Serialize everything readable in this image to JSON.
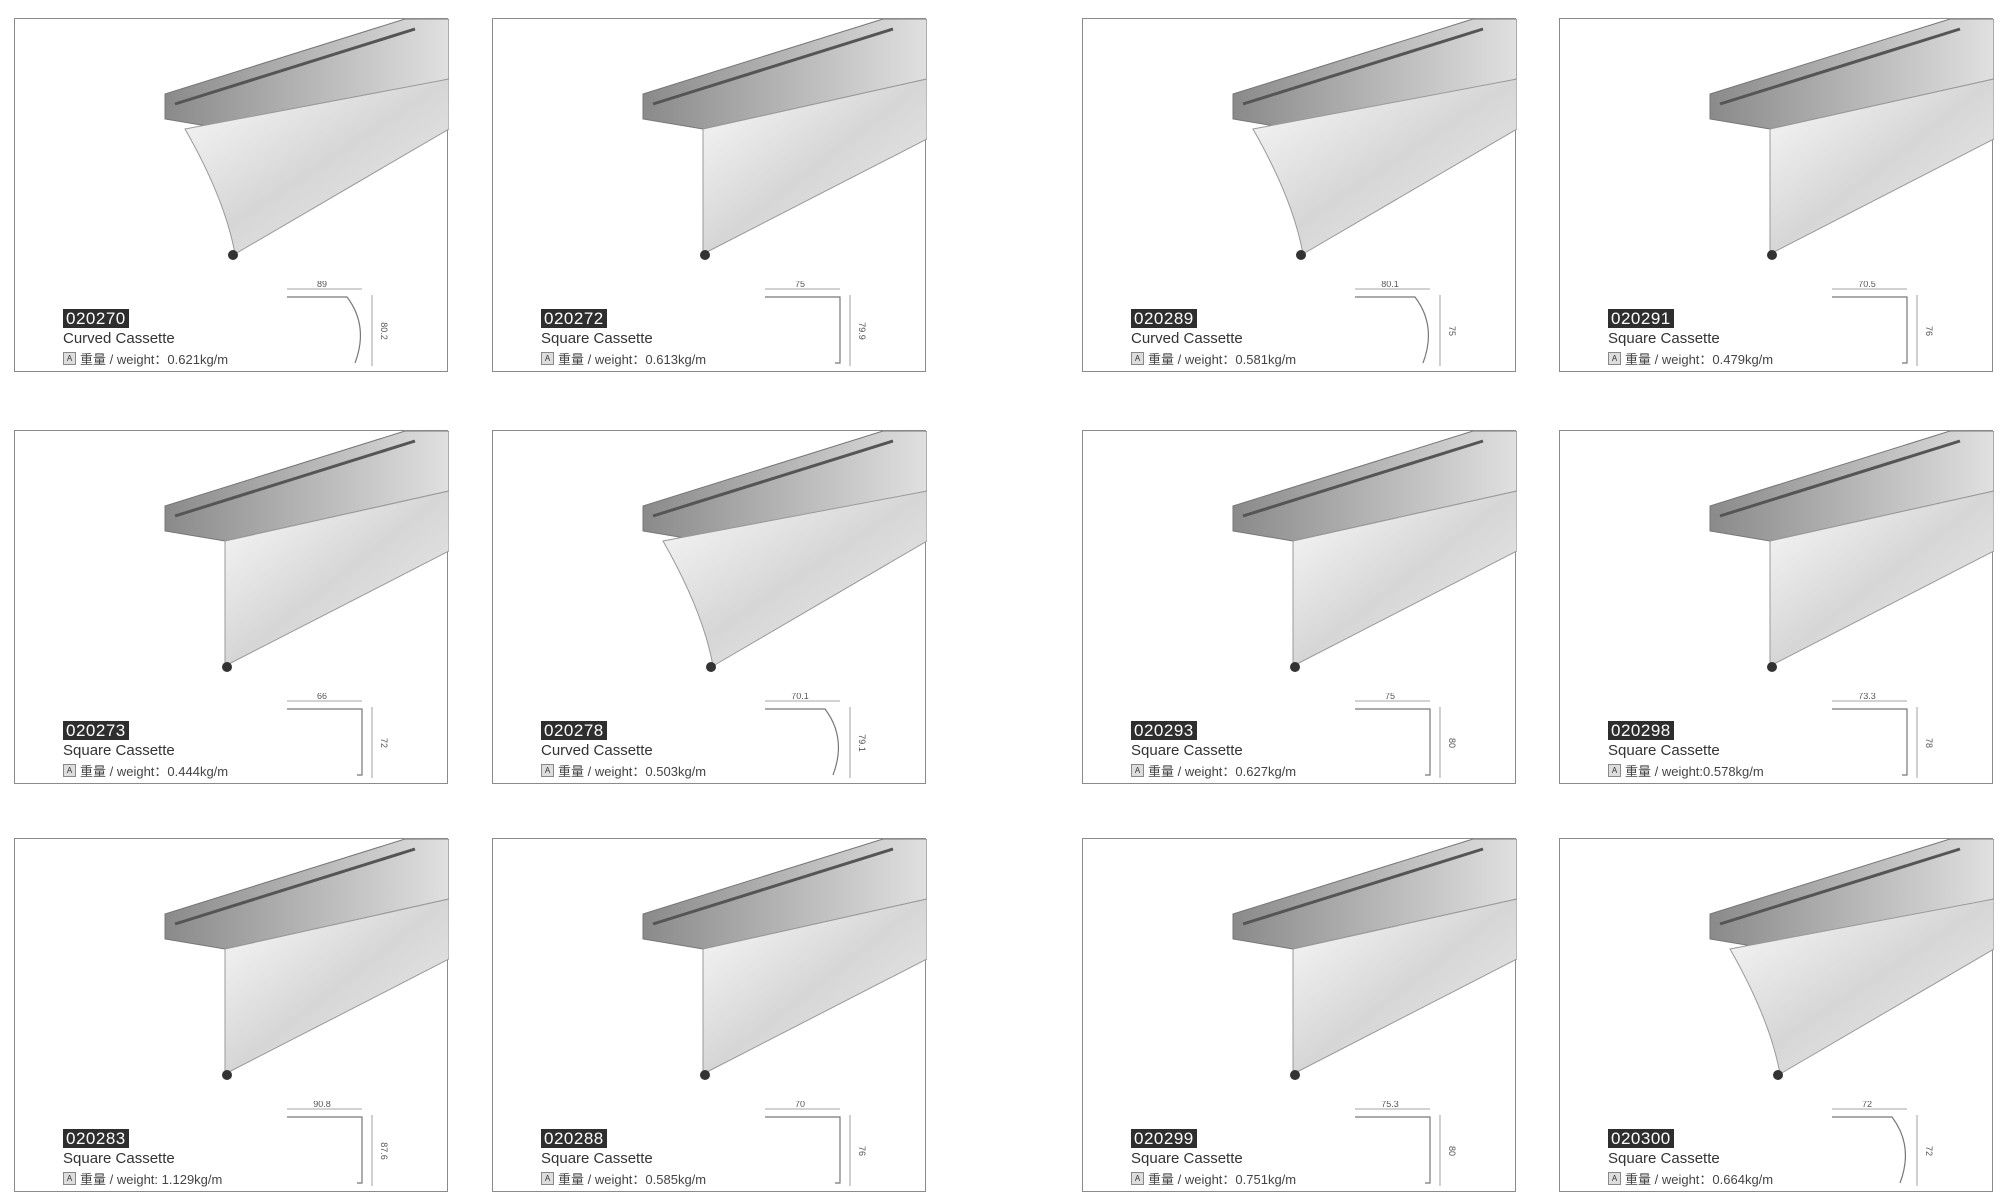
{
  "weight_prefix": "重量 / weight：",
  "products": [
    {
      "code": "020270",
      "name": "Curved Cassette",
      "weight": "0.621kg/m",
      "dim_w": "89",
      "dim_h": "80.2",
      "shape": "curved"
    },
    {
      "code": "020272",
      "name": "Square Cassette",
      "weight": "0.613kg/m",
      "dim_w": "75",
      "dim_h": "79.9",
      "shape": "square"
    },
    {
      "code": "020289",
      "name": "Curved Cassette",
      "weight": "0.581kg/m",
      "dim_w": "80.1",
      "dim_h": "75",
      "shape": "curved"
    },
    {
      "code": "020291",
      "name": "Square Cassette",
      "weight": "0.479kg/m",
      "dim_w": "70.5",
      "dim_h": "76",
      "shape": "square"
    },
    {
      "code": "020273",
      "name": "Square Cassette",
      "weight": "0.444kg/m",
      "dim_w": "66",
      "dim_h": "72",
      "shape": "square"
    },
    {
      "code": "020278",
      "name": "Curved Cassette",
      "weight": "0.503kg/m",
      "dim_w": "70.1",
      "dim_h": "79.1",
      "shape": "curved"
    },
    {
      "code": "020293",
      "name": "Square Cassette",
      "weight": "0.627kg/m",
      "dim_w": "75",
      "dim_h": "80",
      "shape": "square"
    },
    {
      "code": "020298",
      "name": "Square Cassette",
      "weight": "0.578kg/m",
      "dim_w": "73.3",
      "dim_h": "78",
      "shape": "square",
      "weight_prefix": "重量 / weight:"
    },
    {
      "code": "020283",
      "name": "Square Cassette",
      "weight": "1.129kg/m",
      "dim_w": "90.8",
      "dim_h": "87.6",
      "shape": "square",
      "weight_prefix": "重量 / weight: "
    },
    {
      "code": "020288",
      "name": "Square Cassette",
      "weight": "0.585kg/m",
      "dim_w": "70",
      "dim_h": "76",
      "shape": "square"
    },
    {
      "code": "020299",
      "name": "Square Cassette",
      "weight": "0.751kg/m",
      "dim_w": "75.3",
      "dim_h": "80",
      "shape": "square"
    },
    {
      "code": "020300",
      "name": "Square Cassette",
      "weight": "0.664kg/m",
      "dim_w": "72",
      "dim_h": "72",
      "shape": "curved"
    }
  ],
  "colors": {
    "code_bg": "#2e2e2e",
    "border": "#8a8a8a",
    "metal_light": "#f2f2f2",
    "metal_dark": "#9a9a9a"
  }
}
